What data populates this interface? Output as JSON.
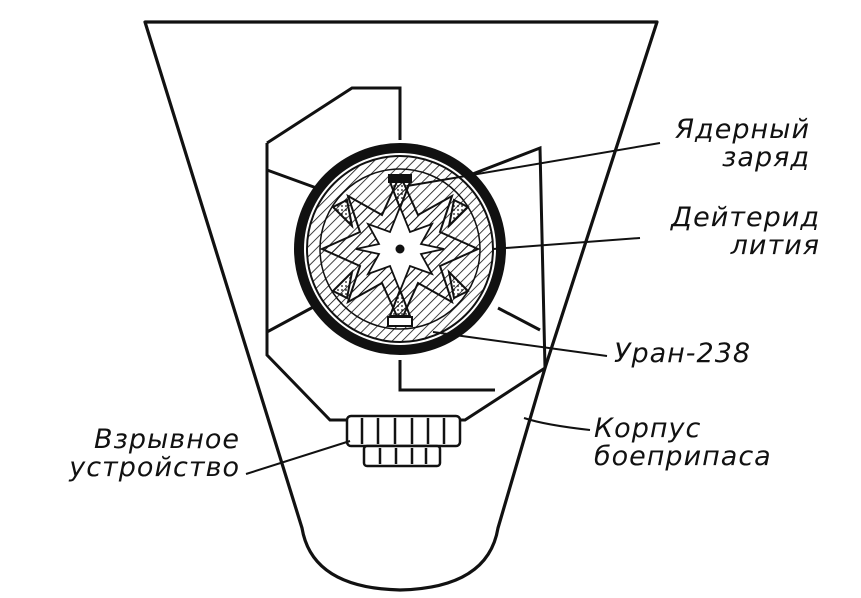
{
  "labels": {
    "nuclear_charge": [
      "Ядерный",
      "заряд"
    ],
    "lithium_deuteride": [
      "Дейтерид",
      "лития"
    ],
    "uranium": [
      "Уран-238"
    ],
    "detonator": [
      "Взрывное",
      "устройство"
    ],
    "casing": [
      "Корпус",
      "боеприпаса"
    ]
  },
  "colors": {
    "ink": "#111111",
    "paper": "#ffffff"
  }
}
